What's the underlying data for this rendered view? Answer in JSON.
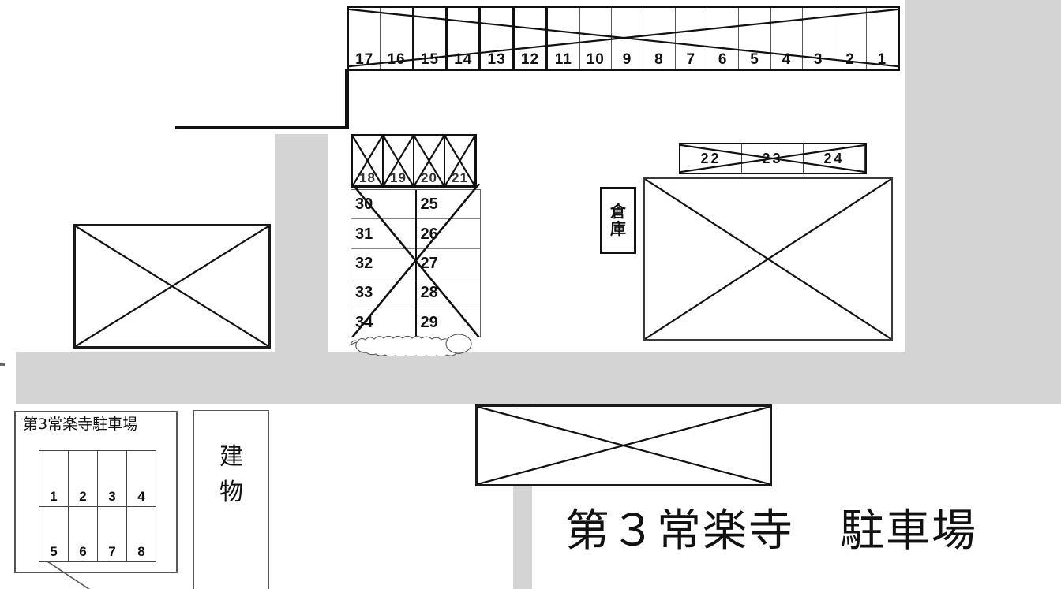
{
  "title": "第３常楽寺　駐車場",
  "colors": {
    "road": "#d4d4d4",
    "ink": "#111111",
    "paper": "#ffffff"
  },
  "top_row": {
    "name": "stall-row-1-17",
    "stalls": [
      "17",
      "16",
      "15",
      "14",
      "13",
      "12",
      "11",
      "10",
      "9",
      "8",
      "7",
      "6",
      "5",
      "4",
      "3",
      "2",
      "1"
    ],
    "crossed_out": true
  },
  "block_1821": {
    "name": "stall-row-18-21",
    "stalls": [
      "18",
      "19",
      "20",
      "21"
    ],
    "crossed_out": true
  },
  "block_2534": {
    "name": "stall-grid-25-34",
    "left_column": [
      "30",
      "31",
      "32",
      "33",
      "34"
    ],
    "right_column": [
      "25",
      "26",
      "27",
      "28",
      "29"
    ],
    "crossed_out": true
  },
  "block_2224": {
    "name": "stall-row-22-24",
    "stalls": [
      "22",
      "23",
      "24"
    ],
    "crossed_out": true
  },
  "souko": {
    "label_line1": "倉",
    "label_line2": "庫"
  },
  "tatemono": {
    "label_line1": "建",
    "label_line2": "物"
  },
  "inset": {
    "title": "第3常楽寺駐車場",
    "row1": [
      "1",
      "2",
      "3",
      "4"
    ],
    "row2": [
      "5",
      "6",
      "7",
      "8"
    ]
  },
  "buildings": [
    {
      "name": "building-left",
      "crossed_out": true
    },
    {
      "name": "building-right-large",
      "crossed_out": true
    },
    {
      "name": "building-bottom",
      "crossed_out": true
    }
  ]
}
